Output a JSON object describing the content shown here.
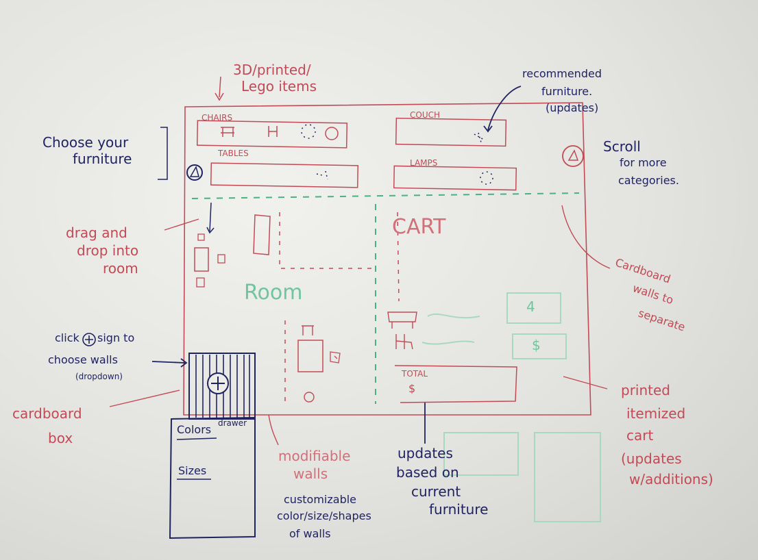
{
  "colors": {
    "red": "#c24a55",
    "blue": "#1f2360",
    "green": "#72c49e"
  },
  "top": {
    "lego_note": [
      "3D/printed/",
      "Lego items"
    ],
    "recommended_note": [
      "recommended",
      "furniture.",
      "(updates)"
    ]
  },
  "left": {
    "choose": [
      "Choose your",
      "furniture"
    ],
    "drag": [
      "drag and",
      "drop into",
      "room"
    ],
    "click_sign": [
      "click",
      "sign to"
    ],
    "choose_walls": [
      "choose walls",
      "(dropdown)"
    ],
    "cardboard_box": [
      "cardboard",
      "box"
    ]
  },
  "right": {
    "scroll": [
      "Scroll",
      "for more",
      "categories."
    ],
    "cardboard_walls": [
      "Cardboard",
      "walls to",
      "separate"
    ],
    "printed_cart": [
      "printed",
      "itemized",
      "cart",
      "(updates",
      "w/additions)"
    ]
  },
  "categories": {
    "chairs": "CHAIRS",
    "tables": "TABLES",
    "couch": "COUCH",
    "lamps": "LAMPS"
  },
  "room_label": "Room",
  "cart": {
    "title": "CART",
    "qty1": "4",
    "qty2": "$",
    "total": "TOTAL",
    "total_sign": "$"
  },
  "drawer": {
    "drawer_label": "drawer",
    "colors_label": "Colors",
    "sizes_label": "Sizes"
  },
  "bottom": {
    "modifiable": [
      "modifiable",
      "walls"
    ],
    "customizable": [
      "customizable",
      "color/size/shapes",
      "of walls"
    ],
    "updates": [
      "updates",
      "based on",
      "current",
      "furniture"
    ]
  }
}
